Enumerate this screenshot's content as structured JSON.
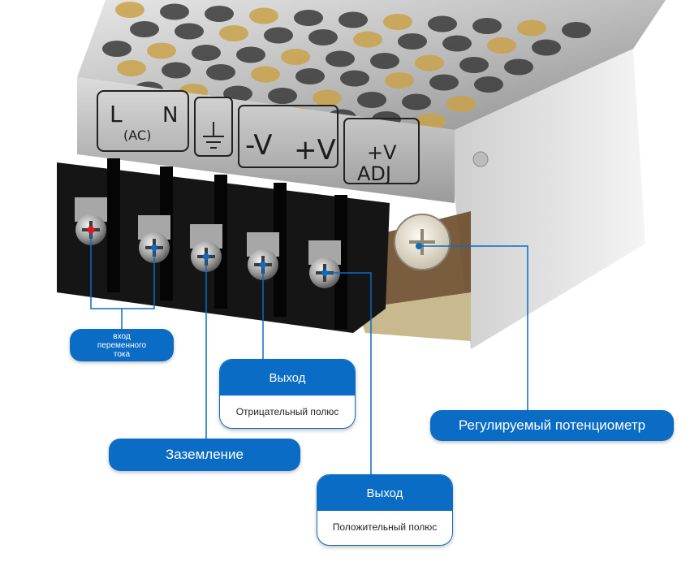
{
  "terminal_labels": {
    "ac_l": "L",
    "ac_n": "N",
    "ac_note": "(AC)",
    "neg_v": "-V",
    "pos_v": "+V",
    "adj_top": "+V",
    "adj_bottom": "ADJ"
  },
  "callouts": {
    "ac_input": {
      "line1": "вход",
      "line2": "переменного",
      "line3": "тока"
    },
    "output_negative": {
      "title": "Выход",
      "subtitle": "Отрицательный полюс"
    },
    "ground": {
      "label": "Заземление"
    },
    "output_positive": {
      "title": "Выход",
      "subtitle": "Положительный полюс"
    },
    "potentiometer": {
      "label": "Регулируемый потенциометр"
    }
  },
  "colors": {
    "accent_blue": "#0a6cc4",
    "marker_red": "#e8141c",
    "leader_line": "#0a6cc4"
  }
}
